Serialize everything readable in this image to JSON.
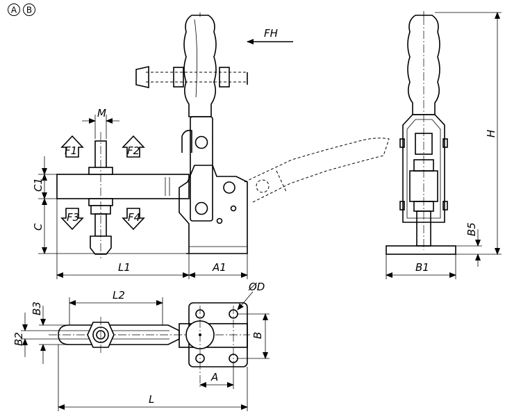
{
  "variant_badges": [
    "A",
    "B"
  ],
  "force_labels": {
    "fh": "FH",
    "f1": "F1",
    "f2": "F2",
    "f3": "F3",
    "f4": "F4"
  },
  "dimensions": {
    "m": "M",
    "c1": "C1",
    "c": "C",
    "l1": "L1",
    "a1": "A1",
    "h": "H",
    "b5": "B5",
    "b1": "B1",
    "l2": "L2",
    "b3": "B3",
    "b2": "B2",
    "od": "ØD",
    "b": "B",
    "a": "A",
    "l": "L"
  }
}
